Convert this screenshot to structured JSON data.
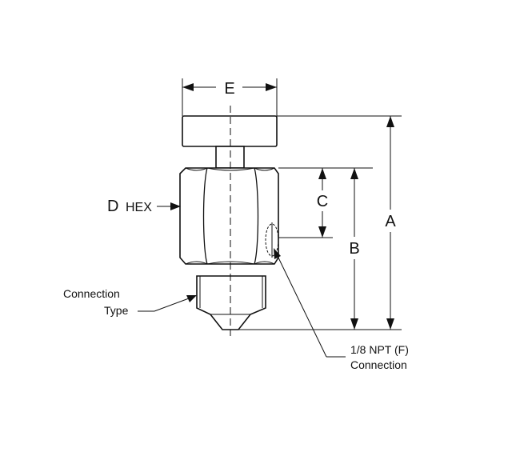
{
  "labels": {
    "dim_e": "E",
    "dim_a": "A",
    "dim_b": "B",
    "dim_c": "C",
    "hex_letter": "D",
    "hex_word": "HEX",
    "connection_line1": "Connection",
    "connection_line2": "Type",
    "npt_line1": "1/8 NPT (F)",
    "npt_line2": "Connection"
  }
}
